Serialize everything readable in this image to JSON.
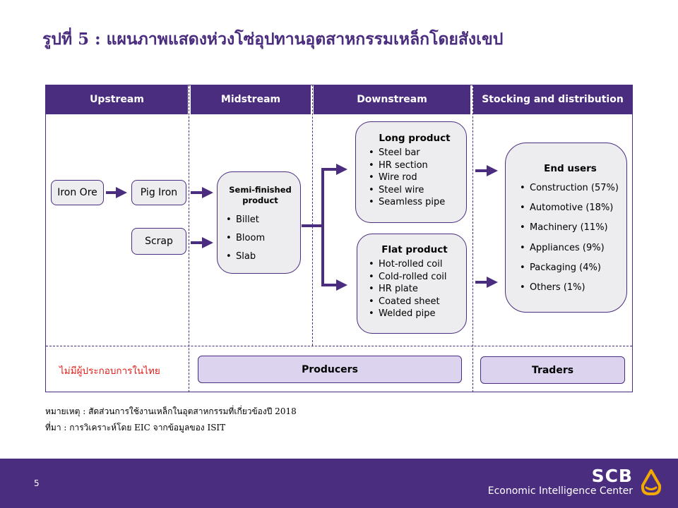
{
  "title": "รูปที่ 5 : แผนภาพแสดงห่วงโซ่อุปทานอุตสาหกรรมเหล็กโดยสังเขป",
  "columns": [
    "Upstream",
    "Midstream",
    "Downstream",
    "Stocking and distribution"
  ],
  "upstream": {
    "iron_ore": "Iron Ore",
    "pig_iron": "Pig Iron",
    "scrap": "Scrap"
  },
  "midstream": {
    "heading": "Semi-finished product",
    "items": [
      "Billet",
      "Bloom",
      "Slab"
    ]
  },
  "downstream": {
    "long": {
      "heading": "Long product",
      "items": [
        "Steel bar",
        "HR section",
        "Wire rod",
        "Steel wire",
        "Seamless pipe"
      ]
    },
    "flat": {
      "heading": "Flat product",
      "items": [
        "Hot-rolled coil",
        "Cold-rolled coil",
        "HR plate",
        "Coated sheet",
        "Welded pipe"
      ]
    }
  },
  "end_users": {
    "heading": "End users",
    "items": [
      "Construction (57%)",
      "Automotive (18%)",
      "Machinery (11%)",
      "Appliances (9%)",
      "Packaging (4%)",
      "Others (1%)"
    ]
  },
  "bottom_row": {
    "no_producers": "ไม่มีผู้ประกอบการในไทย",
    "producers": "Producers",
    "traders": "Traders"
  },
  "notes": {
    "remark": "หมายเหตุ : สัดส่วนการใช้งานเหล็กในอุตสาหกรรมที่เกี่ยวข้องปี 2018",
    "source": "ที่มา : การวิเคราะห์โดย EIC จากข้อมูลของ ISIT"
  },
  "footer": {
    "page_number": "5",
    "brand": "SCB",
    "center": "Economic Intelligence Center"
  },
  "colors": {
    "brand_purple": "#4B2D7F",
    "box_fill": "#EDECEE",
    "bar_fill": "#DCD3EE",
    "warning_red": "#E0201B",
    "logo_gold": "#F2A900"
  }
}
